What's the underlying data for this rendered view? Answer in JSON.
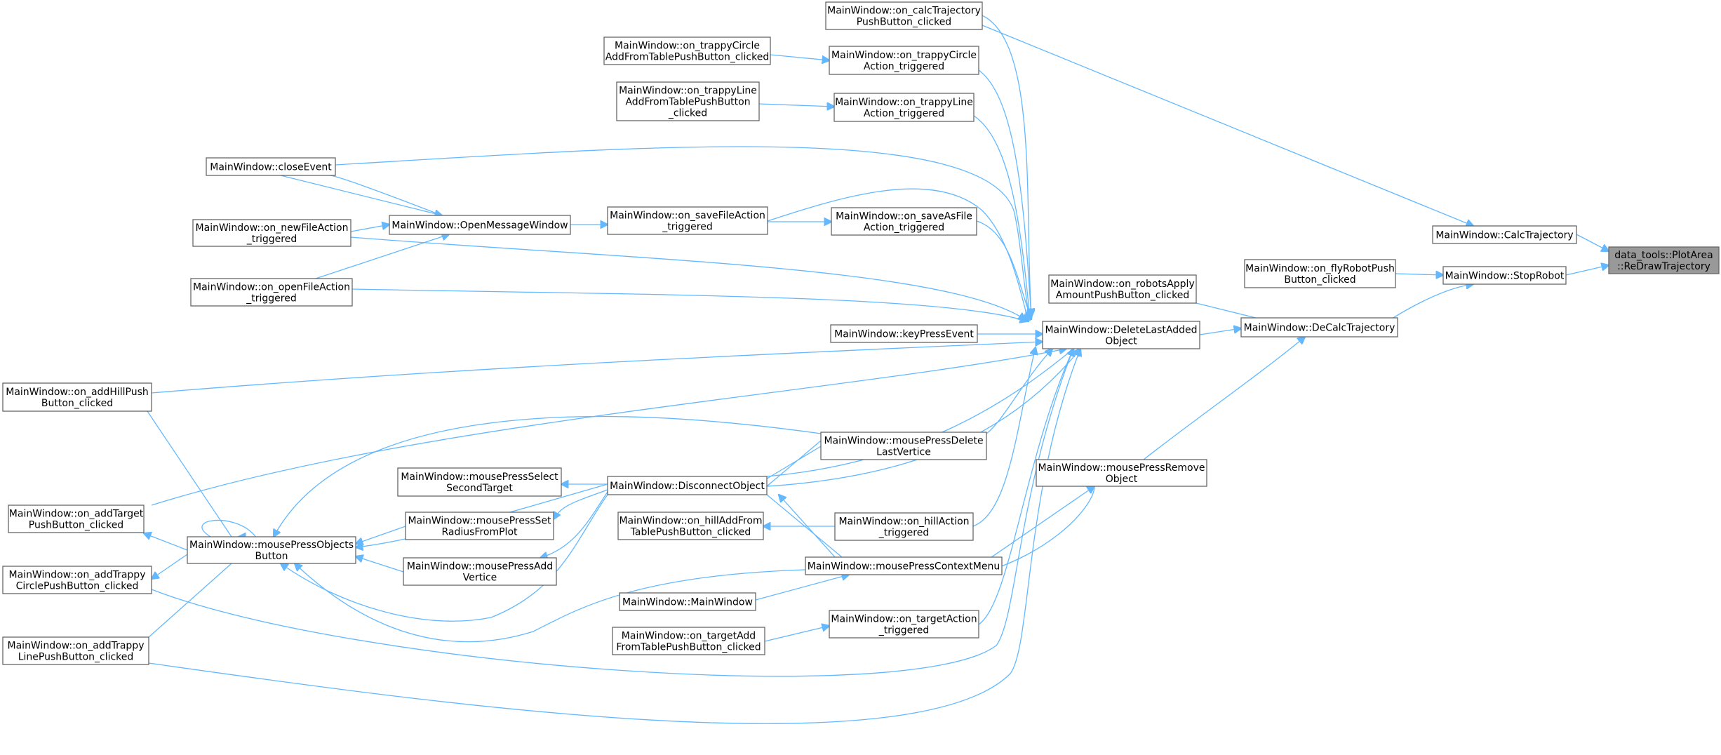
{
  "colors": {
    "edge": "#63b8ff",
    "node_border": "#666666",
    "node_fill": "#ffffff",
    "root_fill": "#999999",
    "text": "#000000"
  },
  "nodes": [
    {
      "id": "redraw",
      "lines": [
        "data_tools::PlotArea",
        "::ReDrawTrajectory"
      ],
      "root": true
    },
    {
      "id": "calc",
      "lines": [
        "MainWindow::CalcTrajectory"
      ]
    },
    {
      "id": "stop",
      "lines": [
        "MainWindow::StopRobot"
      ]
    },
    {
      "id": "decalc",
      "lines": [
        "MainWindow::DeCalcTrajectory"
      ]
    },
    {
      "id": "fly",
      "lines": [
        "MainWindow::on_flyRobotPush",
        "Button_clicked"
      ]
    },
    {
      "id": "delLast",
      "lines": [
        "MainWindow::DeleteLastAdded",
        "Object"
      ]
    },
    {
      "id": "robApply",
      "lines": [
        "MainWindow::on_robotsApply",
        "AmountPushButton_clicked"
      ]
    },
    {
      "id": "mpRemove",
      "lines": [
        "MainWindow::mousePressRemove",
        "Object"
      ]
    },
    {
      "id": "calcBtn",
      "lines": [
        "MainWindow::on_calcTrajectory",
        "PushButton_clicked"
      ]
    },
    {
      "id": "tcAct",
      "lines": [
        "MainWindow::on_trappyCircle",
        "Action_triggered"
      ]
    },
    {
      "id": "tcAdd",
      "lines": [
        "MainWindow::on_trappyCircle",
        "AddFromTablePushButton_clicked"
      ]
    },
    {
      "id": "tlAct",
      "lines": [
        "MainWindow::on_trappyLine",
        "Action_triggered"
      ]
    },
    {
      "id": "tlAdd",
      "lines": [
        "MainWindow::on_trappyLine",
        "AddFromTablePushButton",
        "_clicked"
      ]
    },
    {
      "id": "closeEv",
      "lines": [
        "MainWindow::closeEvent"
      ]
    },
    {
      "id": "openMsg",
      "lines": [
        "MainWindow::OpenMessageWindow"
      ]
    },
    {
      "id": "saveFile",
      "lines": [
        "MainWindow::on_saveFileAction",
        "_triggered"
      ]
    },
    {
      "id": "saveAs",
      "lines": [
        "MainWindow::on_saveAsFile",
        "Action_triggered"
      ]
    },
    {
      "id": "newFile",
      "lines": [
        "MainWindow::on_newFileAction",
        "_triggered"
      ]
    },
    {
      "id": "openFile",
      "lines": [
        "MainWindow::on_openFileAction",
        "_triggered"
      ]
    },
    {
      "id": "keyPress",
      "lines": [
        "MainWindow::keyPressEvent"
      ]
    },
    {
      "id": "addHill",
      "lines": [
        "MainWindow::on_addHillPush",
        "Button_clicked"
      ]
    },
    {
      "id": "mpDelVert",
      "lines": [
        "MainWindow::mousePressDelete",
        "LastVertice"
      ]
    },
    {
      "id": "mpSelect",
      "lines": [
        "MainWindow::mousePressSelect",
        "SecondTarget"
      ]
    },
    {
      "id": "disconnect",
      "lines": [
        "MainWindow::DisconnectObject"
      ]
    },
    {
      "id": "addTarget",
      "lines": [
        "MainWindow::on_addTarget",
        "PushButton_clicked"
      ]
    },
    {
      "id": "mpObjBtn",
      "lines": [
        "MainWindow::mousePressObjects",
        "Button"
      ]
    },
    {
      "id": "mpSetRad",
      "lines": [
        "MainWindow::mousePressSet",
        "RadiusFromPlot"
      ]
    },
    {
      "id": "hillAddTbl",
      "lines": [
        "MainWindow::on_hillAddFrom",
        "TablePushButton_clicked"
      ]
    },
    {
      "id": "hillAct",
      "lines": [
        "MainWindow::on_hillAction",
        "_triggered"
      ]
    },
    {
      "id": "addTrapCirc",
      "lines": [
        "MainWindow::on_addTrappy",
        "CirclePushButton_clicked"
      ]
    },
    {
      "id": "mpAddVert",
      "lines": [
        "MainWindow::mousePressAdd",
        "Vertice"
      ]
    },
    {
      "id": "mpCtx",
      "lines": [
        "MainWindow::mousePressContextMenu"
      ]
    },
    {
      "id": "mainWin",
      "lines": [
        "MainWindow::MainWindow"
      ]
    },
    {
      "id": "targetAdd",
      "lines": [
        "MainWindow::on_targetAdd",
        "FromTablePushButton_clicked"
      ]
    },
    {
      "id": "targetAct",
      "lines": [
        "MainWindow::on_targetAction",
        "_triggered"
      ]
    },
    {
      "id": "addTrapLine",
      "lines": [
        "MainWindow::on_addTrappy",
        "LinePushButton_clicked"
      ]
    }
  ]
}
